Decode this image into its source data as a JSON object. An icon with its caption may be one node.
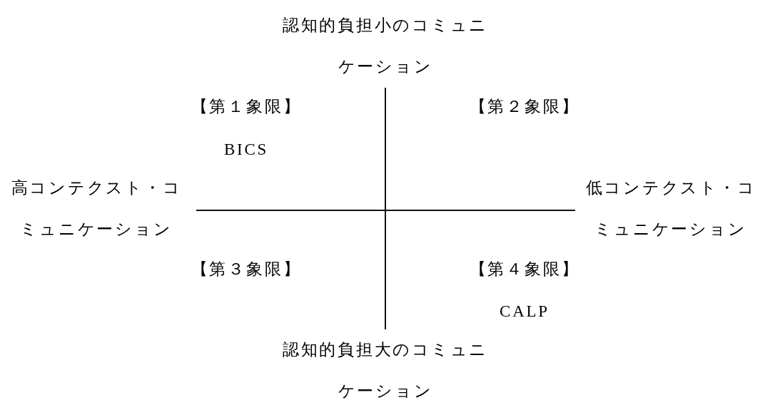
{
  "diagram": {
    "labels": [
      "認知的負担小のコミュニケーション",
      "【第１象限】",
      "【第２象限】",
      "BICS",
      "高コンテクスト・コミュニケーション",
      "低コンテクスト・コミュニケーション",
      "【第３象限】",
      "【第４象限】",
      "CALP",
      "認知的負担大のコミュニケーション"
    ]
  }
}
